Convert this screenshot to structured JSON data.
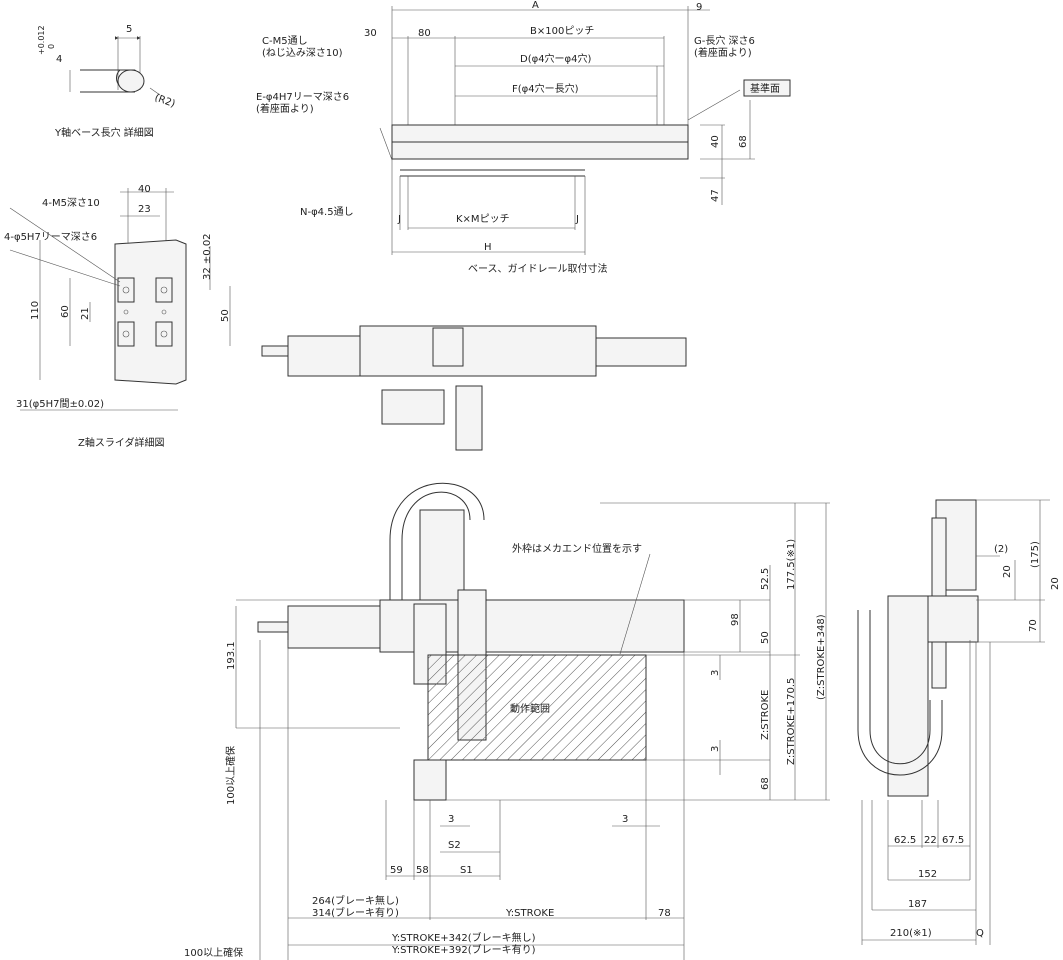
{
  "y_slot_detail": {
    "caption": "Y軸ベース長穴 詳細図",
    "tol": "+0.012\n0",
    "tol_top": "+0.012",
    "tol_bottom": "0",
    "dim_4": "4",
    "dim_5": "5",
    "radius": "(R2)"
  },
  "z_slider_detail": {
    "caption": "Z軸スライダ詳細図",
    "label_m5": "4-M5深さ10",
    "label_h7": "4-φ5H7リーマ深さ6",
    "dim_40": "40",
    "dim_23": "23",
    "dim_110": "110",
    "dim_60": "60",
    "dim_21": "21",
    "dim_50": "50",
    "dim_32": "32 ±0.02",
    "dim_31": "31(φ5H7間±0.02)"
  },
  "base_detail": {
    "caption": "ベース、ガイドレール取付寸法",
    "label_c": "C-M5通し",
    "label_c2": "(ねじ込み深さ10)",
    "label_e": "E-φ4H7リーマ深さ6",
    "label_e2": "(着座面より)",
    "label_g": "G-長穴 深さ6",
    "label_g2": "(着座面より)",
    "label_ref": "基準面",
    "label_n": "N-φ4.5通し",
    "dim_A": "A",
    "dim_9": "9",
    "dim_30": "30",
    "dim_80": "80",
    "dim_B": "B×100ピッチ",
    "dim_D": "D(φ4穴ーφ4穴)",
    "dim_F": "F(φ4穴ー長穴)",
    "dim_40": "40",
    "dim_68": "68",
    "dim_47": "47",
    "dim_J": "J",
    "dim_KM": "K×Mピッチ",
    "dim_H": "H"
  },
  "front_view": {
    "note_outline": "外枠はメカエンド位置を示す",
    "area_label": "動作範囲",
    "dim_193": "193.1",
    "dim_100_left": "100以上確保",
    "dim_100_bottom": "100以上確保",
    "dim_177": "177.5(※1)",
    "dim_52": "52.5",
    "dim_98": "98",
    "dim_50": "50",
    "dim_3a": "3",
    "dim_3b": "3",
    "dim_zstroke": "Z:STROKE",
    "dim_z170": "Z:STROKE+170.5",
    "dim_z348": "(Z:STROKE+348)",
    "dim_68": "68",
    "dim_3c": "3",
    "dim_3d": "3",
    "dim_s2": "S2",
    "dim_59": "59",
    "dim_58": "58",
    "dim_s1": "S1",
    "dim_264": "264(ブレーキ無し)",
    "dim_314": "314(ブレーキ有り)",
    "dim_ystroke": "Y:STROKE",
    "dim_78": "78",
    "dim_y342": "Y:STROKE+342(ブレーキ無し)",
    "dim_y392": "Y:STROKE+392(ブレーキ有り)"
  },
  "side_view": {
    "dim_2": "(2)",
    "dim_20a": "20",
    "dim_175": "(175)",
    "dim_20b": "20",
    "dim_70": "70",
    "dim_62": "62.5",
    "dim_22": "22",
    "dim_67": "67.5",
    "dim_152": "152",
    "dim_187": "187",
    "dim_210": "210(※1)",
    "dim_Q": "Q"
  },
  "colors": {
    "line": "#333333",
    "hatch": "#555555",
    "body_fill": "#f4f4f4"
  }
}
